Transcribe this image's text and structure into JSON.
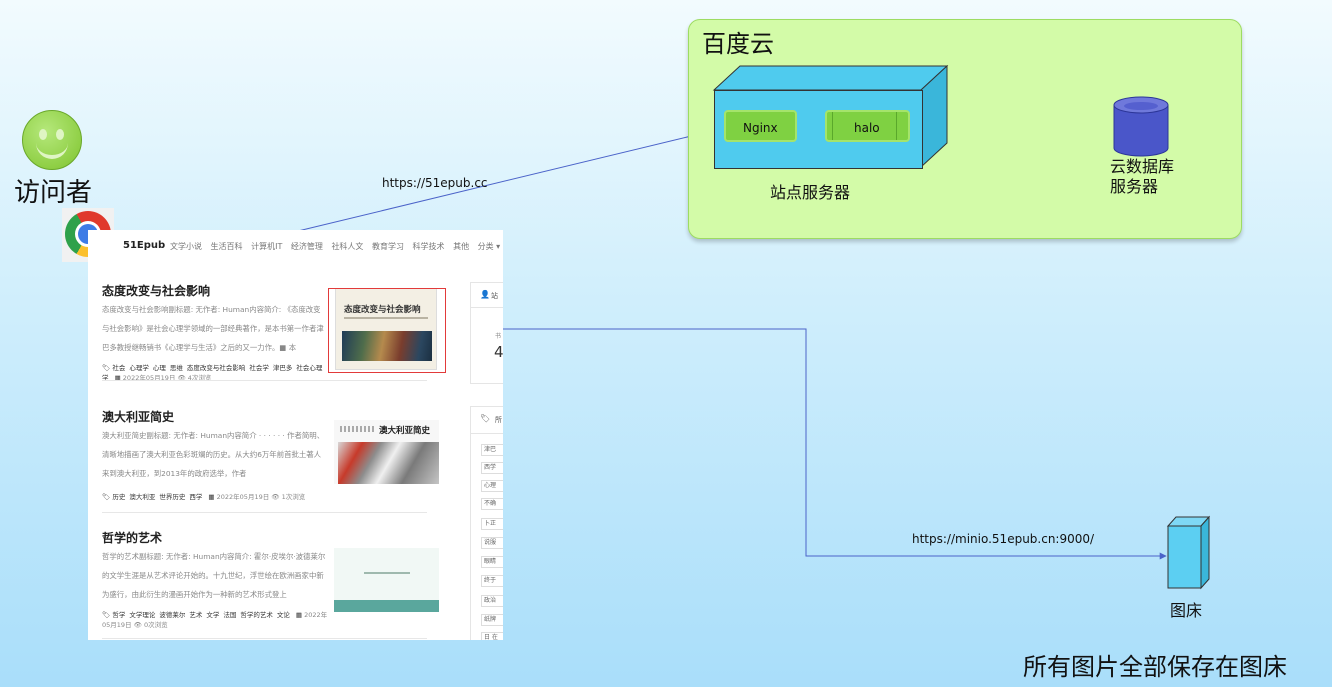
{
  "visitor": {
    "label": "访问者"
  },
  "links": {
    "site_url": "https://51epub.cc",
    "image_bed_url": "https://minio.51epub.cn:9000/"
  },
  "cloud": {
    "title": "百度云",
    "server": {
      "label": "站点服务器",
      "nginx": "Nginx",
      "halo": "halo"
    },
    "database": {
      "line1": "云数据库",
      "line2": "服务器"
    }
  },
  "image_bed": {
    "label": "图床"
  },
  "caption": "所有图片全部保存在图床",
  "site": {
    "logo": "51Epub",
    "nav": [
      "文学小说",
      "生活百科",
      "计算机IT",
      "经济管理",
      "社科人文",
      "教育学习",
      "科学技术",
      "其他",
      "分类 ▾"
    ],
    "sidebar": {
      "title_fragment": "站",
      "label_fragment": "书",
      "number_fragment": "4",
      "tags_icon_fragment": "所"
    },
    "sidebar_tags": [
      "津巴",
      "西学",
      "心理",
      "不确",
      "卜正",
      "说服",
      "眼睛",
      "终于",
      "政治",
      "纸牌",
      "日 在"
    ],
    "articles": [
      {
        "title": "态度改变与社会影响",
        "excerpt": "态度改变与社会影响副标题: 无作者: Human内容简介: 《态度改变与社会影响》是社会心理学领域的一部经典著作，是本书第一作者津巴多教授继畅销书《心理学与生活》之后的又一力作。■ 本",
        "tags": [
          "社会",
          "心理学",
          "心理",
          "思维",
          "态度改变与社会影响",
          "社会学",
          "津巴多",
          "社会心理学"
        ],
        "date": "2022年05月19日",
        "views": "4次浏览",
        "cover_title": "态度改变与社会影响"
      },
      {
        "title": "澳大利亚简史",
        "excerpt": "澳大利亚简史副标题: 无作者: Human内容简介 · · · · · · 作者简明、清晰地描画了澳大利亚色彩斑斓的历史。从大约6万年前首批土著人来到澳大利亚，到2013年的政府选举，作者",
        "tags": [
          "历史",
          "澳大利亚",
          "世界历史",
          "西学"
        ],
        "date": "2022年05月19日",
        "views": "1次浏览",
        "cover_title": "澳大利亚简史"
      },
      {
        "title": "哲学的艺术",
        "excerpt": "哲学的艺术副标题: 无作者: Human内容简介: 霍尔·皮埃尔·波德莱尔的文学生涯是从艺术评论开始的。十九世纪，浮世绘在欧洲画家中新为盛行，由此衍生的漫画开始作为一种新的艺术形式登上",
        "tags": [
          "哲学",
          "文学理论",
          "波德莱尔",
          "艺术",
          "文学",
          "法国",
          "哲学的艺术",
          "文论"
        ],
        "date": "2022年05月19日",
        "views": "0次浏览",
        "cover_title": ""
      }
    ]
  },
  "colors": {
    "cloud_fill": "#d3fba8",
    "server_box": "#4fcbee",
    "component": "#7fd142",
    "database": "#4a56c9",
    "arrow": "#4b63c9"
  }
}
